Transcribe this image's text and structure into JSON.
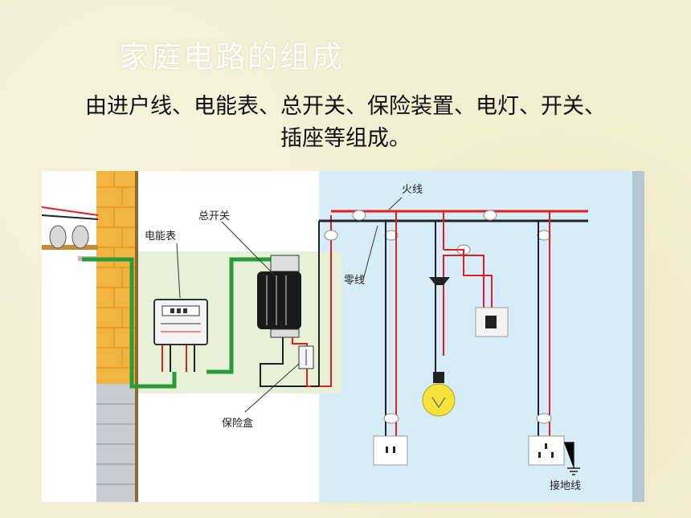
{
  "slide": {
    "title": "家庭电路的组成",
    "body_line1": "由进户线、电能表、总开关、保险装置、电灯、开关、",
    "body_line2": "插座等组成。"
  },
  "diagram": {
    "labels": {
      "fire_wire": "火线",
      "main_switch": "总开关",
      "meter": "电能表",
      "neutral_wire": "零线",
      "fuse_box": "保险盒",
      "ground_wire": "接地线"
    },
    "colors": {
      "wall": "#f2b440",
      "left_panel": "#ffffff",
      "meter_panel": "#e8f0d8",
      "right_panel": "#d6ecf8",
      "fire_wire": "#e02020",
      "neutral_wire": "#222222",
      "service_cable": "#2a9a3a"
    }
  }
}
